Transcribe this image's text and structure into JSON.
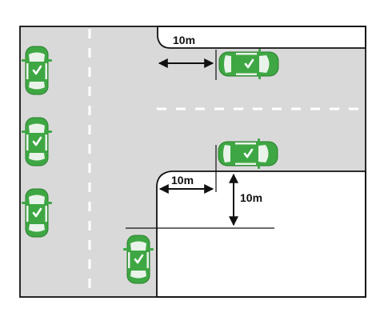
{
  "diagram": {
    "labels": {
      "top_distance": "10m",
      "bottom_distance": "10m",
      "vertical_distance": "10m"
    },
    "colors": {
      "road": "#d9d9d9",
      "kerb": "#111111",
      "car_body": "#3ea743",
      "car_window": "#eaf3ea",
      "lane_marking": "#ffffff"
    },
    "cars": [
      {
        "name": "left-car-1",
        "status": "allowed",
        "icon": "checkmark-icon"
      },
      {
        "name": "left-car-2",
        "status": "allowed",
        "icon": "checkmark-icon"
      },
      {
        "name": "left-car-3",
        "status": "allowed",
        "icon": "checkmark-icon"
      },
      {
        "name": "right-top-car",
        "status": "allowed",
        "icon": "checkmark-icon"
      },
      {
        "name": "right-middle-car",
        "status": "allowed",
        "icon": "checkmark-icon"
      },
      {
        "name": "bottom-car",
        "status": "allowed",
        "icon": "checkmark-icon"
      }
    ]
  }
}
